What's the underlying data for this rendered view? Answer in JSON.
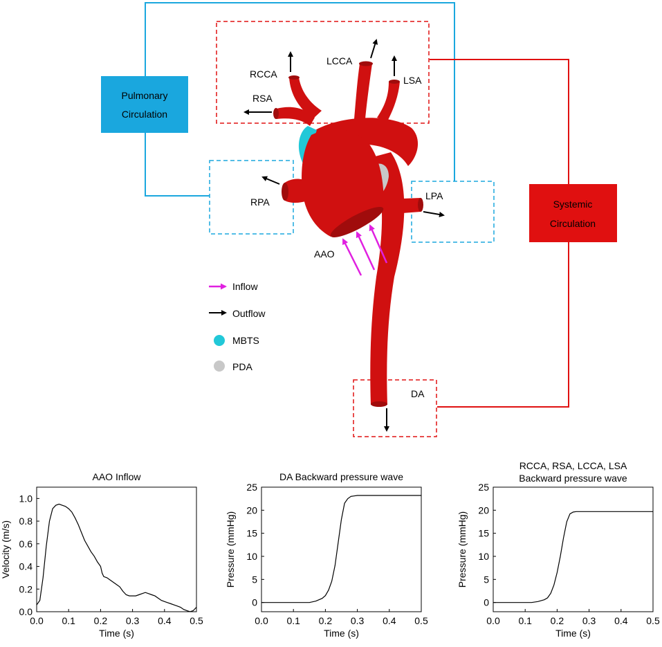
{
  "diagram": {
    "circulations": {
      "pulmonary": "Pulmonary Circulation",
      "systemic": "Systemic Circulation"
    },
    "vessel_labels": {
      "rcca": "RCCA",
      "lcca": "LCCA",
      "lsa": "LSA",
      "rsa": "RSA",
      "rpa": "RPA",
      "lpa": "LPA",
      "aao": "AAO",
      "da": "DA"
    },
    "legend": {
      "inflow": "Inflow",
      "outflow": "Outflow",
      "mbts": "MBTS",
      "pda": "PDA"
    },
    "colors": {
      "vessel": "#d01010",
      "mbts": "#22c8d8",
      "pda": "#c8c8c8",
      "inflow_arrow": "#e020e0",
      "outflow_arrow": "#000000",
      "pulmonary_box": "#1aa7de",
      "systemic_box": "#e01010"
    }
  },
  "chart_data": [
    {
      "type": "line",
      "title": "AAO Inflow",
      "xlabel": "Time (s)",
      "ylabel": "Velocity (m/s)",
      "xlim": [
        0,
        0.5
      ],
      "ylim": [
        0,
        1.1
      ],
      "xticks": [
        "0.0",
        "0.1",
        "0.2",
        "0.3",
        "0.4",
        "0.5"
      ],
      "yticks": [
        "0.0",
        "0.2",
        "0.4",
        "0.6",
        "0.8",
        "1.0"
      ],
      "x": [
        0,
        0.01,
        0.02,
        0.03,
        0.04,
        0.05,
        0.06,
        0.07,
        0.08,
        0.09,
        0.1,
        0.11,
        0.12,
        0.13,
        0.14,
        0.15,
        0.16,
        0.17,
        0.18,
        0.19,
        0.2,
        0.205,
        0.21,
        0.22,
        0.23,
        0.24,
        0.25,
        0.26,
        0.27,
        0.28,
        0.29,
        0.3,
        0.31,
        0.32,
        0.33,
        0.34,
        0.35,
        0.36,
        0.37,
        0.38,
        0.39,
        0.4,
        0.41,
        0.42,
        0.43,
        0.44,
        0.45,
        0.46,
        0.47,
        0.48,
        0.49,
        0.5
      ],
      "values": [
        0.06,
        0.1,
        0.3,
        0.58,
        0.8,
        0.91,
        0.94,
        0.95,
        0.94,
        0.93,
        0.91,
        0.88,
        0.83,
        0.77,
        0.7,
        0.63,
        0.58,
        0.53,
        0.49,
        0.44,
        0.4,
        0.34,
        0.31,
        0.3,
        0.28,
        0.26,
        0.24,
        0.22,
        0.18,
        0.15,
        0.14,
        0.14,
        0.14,
        0.15,
        0.16,
        0.17,
        0.16,
        0.15,
        0.14,
        0.12,
        0.1,
        0.09,
        0.08,
        0.07,
        0.06,
        0.05,
        0.04,
        0.02,
        0.01,
        0.0,
        0.01,
        0.04
      ]
    },
    {
      "type": "line",
      "title": "DA Backward pressure wave",
      "xlabel": "Time (s)",
      "ylabel": "Pressure (mmHg)",
      "xlim": [
        0,
        0.5
      ],
      "ylim": [
        -2,
        25
      ],
      "xticks": [
        "0.0",
        "0.1",
        "0.2",
        "0.3",
        "0.4",
        "0.5"
      ],
      "yticks": [
        "0",
        "5",
        "10",
        "15",
        "20",
        "25"
      ],
      "x": [
        0,
        0.05,
        0.1,
        0.15,
        0.17,
        0.19,
        0.2,
        0.21,
        0.22,
        0.23,
        0.24,
        0.25,
        0.26,
        0.27,
        0.28,
        0.29,
        0.3,
        0.35,
        0.4,
        0.45,
        0.5
      ],
      "values": [
        0,
        0,
        0,
        0,
        0.3,
        0.9,
        1.5,
        2.7,
        4.6,
        8.0,
        13.0,
        18.0,
        21.5,
        22.5,
        23.0,
        23.1,
        23.2,
        23.2,
        23.2,
        23.2,
        23.2
      ]
    },
    {
      "type": "line",
      "title": "RCCA, RSA, LCCA, LSA Backward pressure wave",
      "xlabel": "Time (s)",
      "ylabel": "Pressure (mmHg)",
      "xlim": [
        0,
        0.5
      ],
      "ylim": [
        -2,
        25
      ],
      "xticks": [
        "0.0",
        "0.1",
        "0.2",
        "0.3",
        "0.4",
        "0.5"
      ],
      "yticks": [
        "0",
        "5",
        "10",
        "15",
        "20",
        "25"
      ],
      "x": [
        0,
        0.05,
        0.1,
        0.12,
        0.14,
        0.16,
        0.17,
        0.18,
        0.19,
        0.2,
        0.21,
        0.22,
        0.23,
        0.24,
        0.25,
        0.26,
        0.3,
        0.35,
        0.4,
        0.45,
        0.5
      ],
      "values": [
        0,
        0,
        0,
        0,
        0.2,
        0.6,
        1.0,
        2.0,
        3.8,
        6.5,
        10.0,
        14.0,
        17.5,
        19.2,
        19.6,
        19.7,
        19.7,
        19.7,
        19.7,
        19.7,
        19.7
      ]
    }
  ]
}
